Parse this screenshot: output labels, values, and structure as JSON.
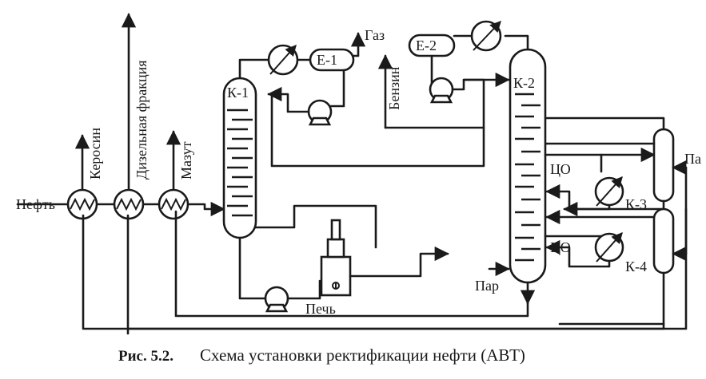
{
  "labels": {
    "neft": "Нефть",
    "kerosin": "Керосин",
    "dizel": "Дизельная фракция",
    "mazut": "Мазут",
    "k1": "К-1",
    "e1": "Е-1",
    "gaz": "Газ",
    "benzin": "Бензин",
    "e2": "Е-2",
    "k2": "К-2",
    "co_top": "ЦО",
    "co_bottom": "ЦО",
    "k3": "К-3",
    "k4": "К-4",
    "par_right": "Па",
    "par": "Пар",
    "pech": "Печь"
  },
  "caption": {
    "prefix": "Рис. 5.2.",
    "text": "Схема установки ректификации нефти (АВТ)"
  }
}
